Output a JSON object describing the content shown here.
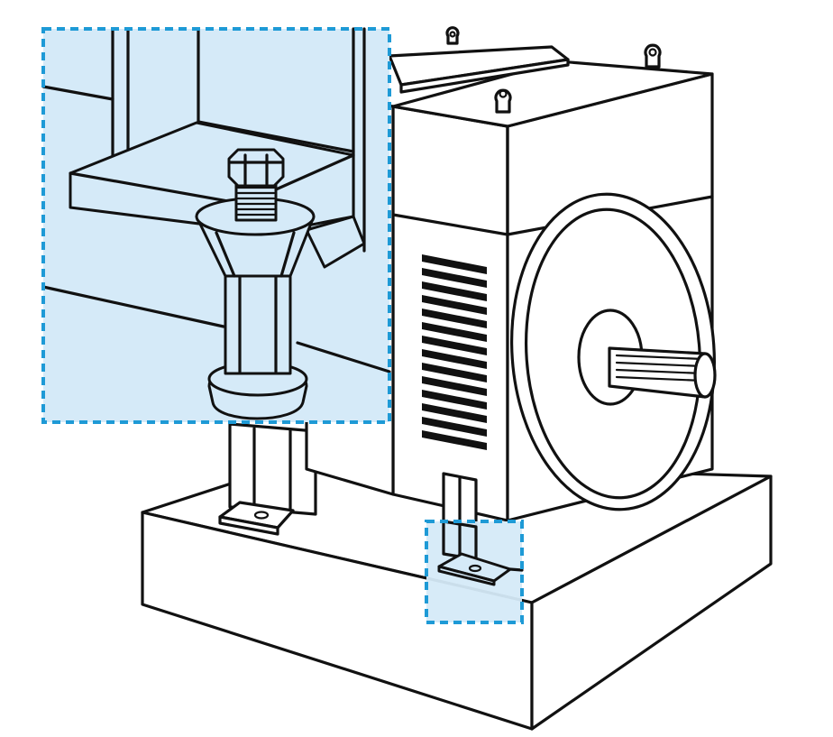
{
  "figure": {
    "subject": "motor-on-adjustable-leveling-feet",
    "colors": {
      "callout_border": "#1e9ad6",
      "callout_fill": "#d5eaf8",
      "line": "#111111",
      "background": "#ffffff"
    },
    "callouts": [
      {
        "name": "detail-inset",
        "shows": "leveling-bolt"
      },
      {
        "name": "source-highlight",
        "shows": "mounting-foot"
      }
    ]
  }
}
